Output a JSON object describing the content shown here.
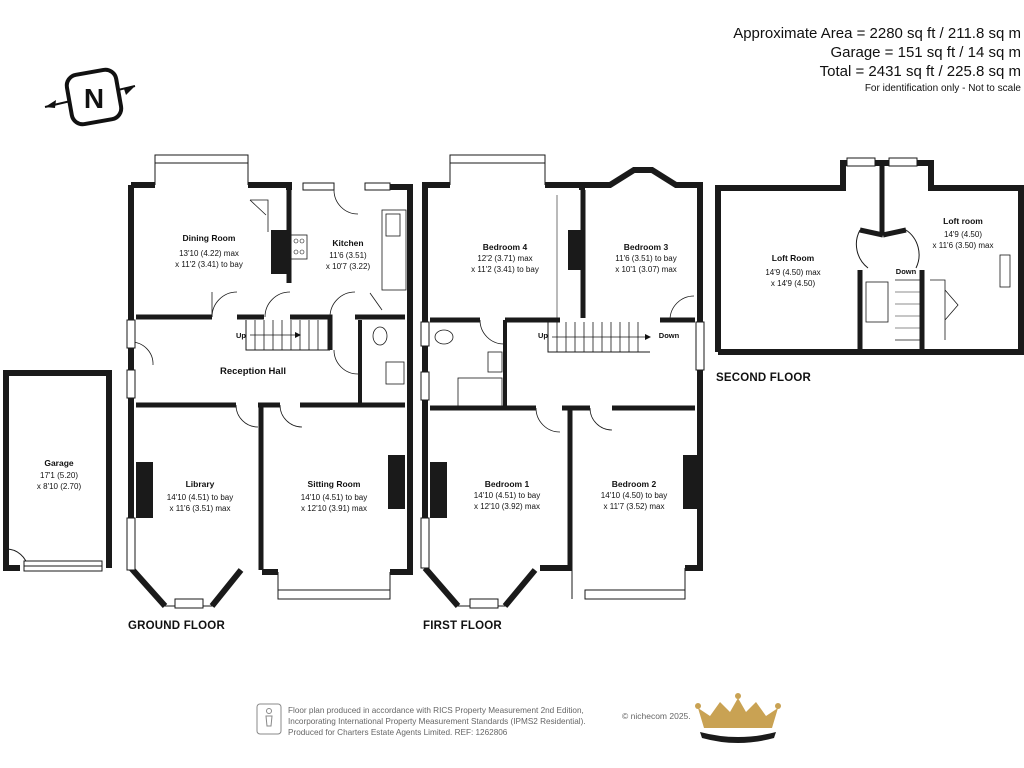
{
  "header": {
    "area_line": "Approximate Area = 2280 sq ft / 211.8 sq m",
    "garage_line": "Garage = 151 sq ft / 14 sq m",
    "total_line": "Total = 2431 sq ft / 225.8 sq m",
    "note": "For identification only - Not to scale"
  },
  "compass": {
    "letter": "N"
  },
  "floors": {
    "ground": "GROUND FLOOR",
    "first": "FIRST FLOOR",
    "second": "SECOND FLOOR"
  },
  "rooms": {
    "dining": {
      "name": "Dining Room",
      "dim1": "13'10 (4.22) max",
      "dim2": "x 11'2 (3.41) to bay"
    },
    "kitchen": {
      "name": "Kitchen",
      "dim1": "11'6 (3.51)",
      "dim2": "x 10'7 (3.22)"
    },
    "reception": {
      "name": "Reception Hall"
    },
    "library": {
      "name": "Library",
      "dim1": "14'10 (4.51) to bay",
      "dim2": "x 11'6 (3.51) max"
    },
    "sitting": {
      "name": "Sitting Room",
      "dim1": "14'10 (4.51) to bay",
      "dim2": "x 12'10 (3.91) max"
    },
    "garage": {
      "name": "Garage",
      "dim1": "17'1 (5.20)",
      "dim2": "x 8'10 (2.70)"
    },
    "bed4": {
      "name": "Bedroom 4",
      "dim1": "12'2 (3.71) max",
      "dim2": "x 11'2 (3.41) to bay"
    },
    "bed3": {
      "name": "Bedroom 3",
      "dim1": "11'6 (3.51) to bay",
      "dim2": "x 10'1 (3.07) max"
    },
    "bed1": {
      "name": "Bedroom 1",
      "dim1": "14'10 (4.51) to bay",
      "dim2": "x 12'10 (3.92) max"
    },
    "bed2": {
      "name": "Bedroom 2",
      "dim1": "14'10 (4.50) to bay",
      "dim2": "x 11'7 (3.52) max"
    },
    "loft_room": {
      "name": "Loft Room",
      "dim1": "14'9 (4.50) max",
      "dim2": "x 14'9 (4.50)"
    },
    "loft_room2": {
      "name": "Loft room",
      "dim1": "14'9 (4.50)",
      "dim2": "x 11'6 (3.50) max"
    }
  },
  "stairs": {
    "ground_up": "Up",
    "first_up": "Up",
    "first_down": "Down",
    "second_down": "Down"
  },
  "footer": {
    "line1": "Floor plan produced in accordance with RICS Property Measurement 2nd Edition,",
    "line2": "Incorporating International Property Measurement Standards (IPMS2 Residential).",
    "line3": "Produced for Charters Estate Agents Limited.   REF: 1262806",
    "copyright": "© nichecom 2025."
  },
  "colors": {
    "wall": "#1a1a1a",
    "text": "#111111",
    "footer_text": "#666666",
    "crown_gold": "#c9a253",
    "crown_dark": "#1b1b1b"
  }
}
